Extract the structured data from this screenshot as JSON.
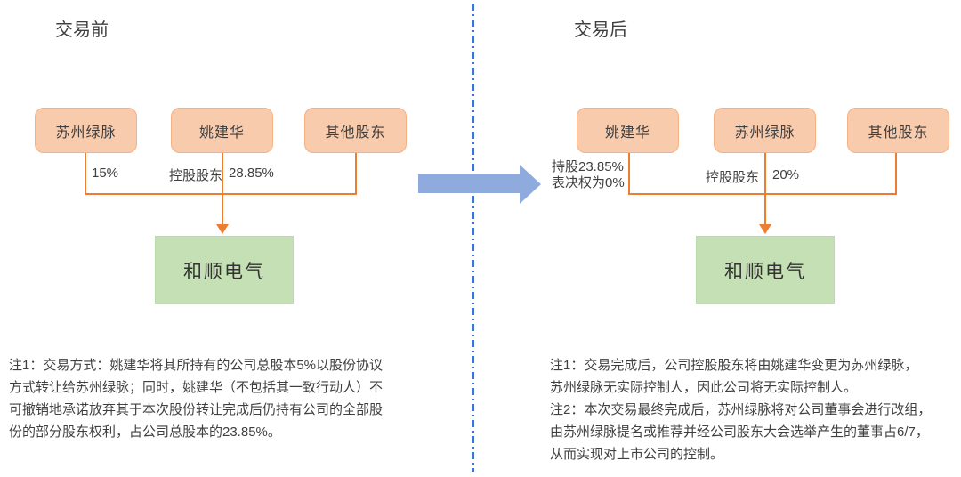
{
  "colors": {
    "shareholder_box_fill": "#F8CBAD",
    "shareholder_box_border": "#F4B183",
    "connector_orange": "#ED7D31",
    "company_box_fill": "#C5E0B4",
    "transition_arrow_blue": "#8FAADC",
    "divider_blue": "#4472C4",
    "text": "#404040"
  },
  "before": {
    "title": "交易前",
    "boxes": [
      "苏州绿脉",
      "姚建华",
      "其他股东"
    ],
    "labels": {
      "suzhou_pct": "15%",
      "yao_role": "控股股东",
      "yao_pct": "28.85%"
    },
    "company": "和顺电气",
    "note": "注1：交易方式：姚建华将其所持有的公司总股本5%以股份协议\n方式转让给苏州绿脉；同时，姚建华（不包括其一致行动人）不\n可撤销地承诺放弃其于本次股份转让完成后仍持有公司的全部股\n份的部分股东权利，占公司总股本的23.85%。"
  },
  "after": {
    "title": "交易后",
    "boxes": [
      "姚建华",
      "苏州绿脉",
      "其他股东"
    ],
    "labels": {
      "yao_holding": "持股23.85%\n表决权为0%",
      "suzhou_role": "控股股东",
      "suzhou_pct": "20%"
    },
    "company": "和顺电气",
    "note": "注1：交易完成后，公司控股股东将由姚建华变更为苏州绿脉，\n苏州绿脉无实际控制人，因此公司将无实际控制人。\n注2：本次交易最终完成后，苏州绿脉将对公司董事会进行改组，\n由苏州绿脉提名或推荐并经公司股东大会选举产生的董事占6/7，\n从而实现对上市公司的控制。"
  }
}
